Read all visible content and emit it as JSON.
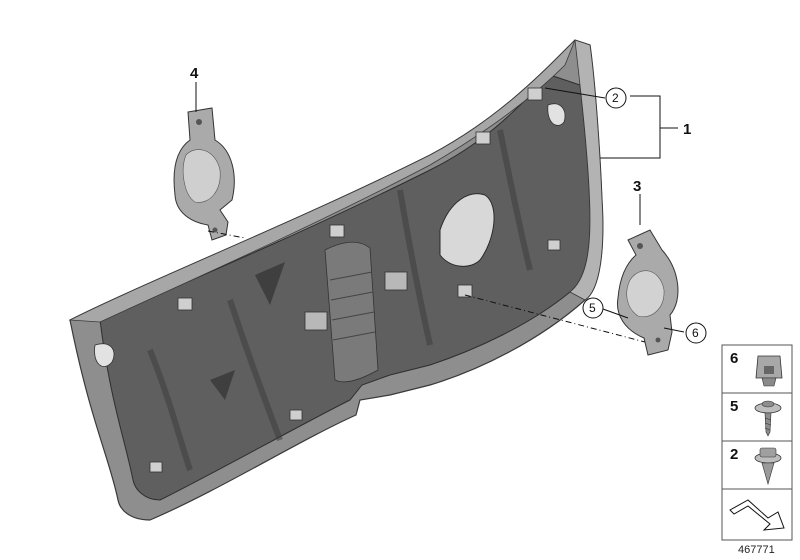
{
  "parts": {
    "main": {
      "number": "1"
    },
    "clip": {
      "number": "2"
    },
    "bracket_right": {
      "number": "3"
    },
    "bracket_left": {
      "number": "4"
    },
    "screw": {
      "number": "5"
    },
    "nut": {
      "number": "6"
    }
  },
  "legend": {
    "items": [
      {
        "number": "6",
        "icon": "square-nut-icon"
      },
      {
        "number": "5",
        "icon": "screw-icon"
      },
      {
        "number": "2",
        "icon": "clip-icon"
      }
    ],
    "arrow_icon": "direction-arrow-icon"
  },
  "diagram_ref": "467771",
  "colors": {
    "panel_outer": "#8c8c8c",
    "panel_inner": "#5e5e5e",
    "panel_dark": "#4a4a4a",
    "bracket": "#a9a9a9",
    "line": "#111111"
  }
}
